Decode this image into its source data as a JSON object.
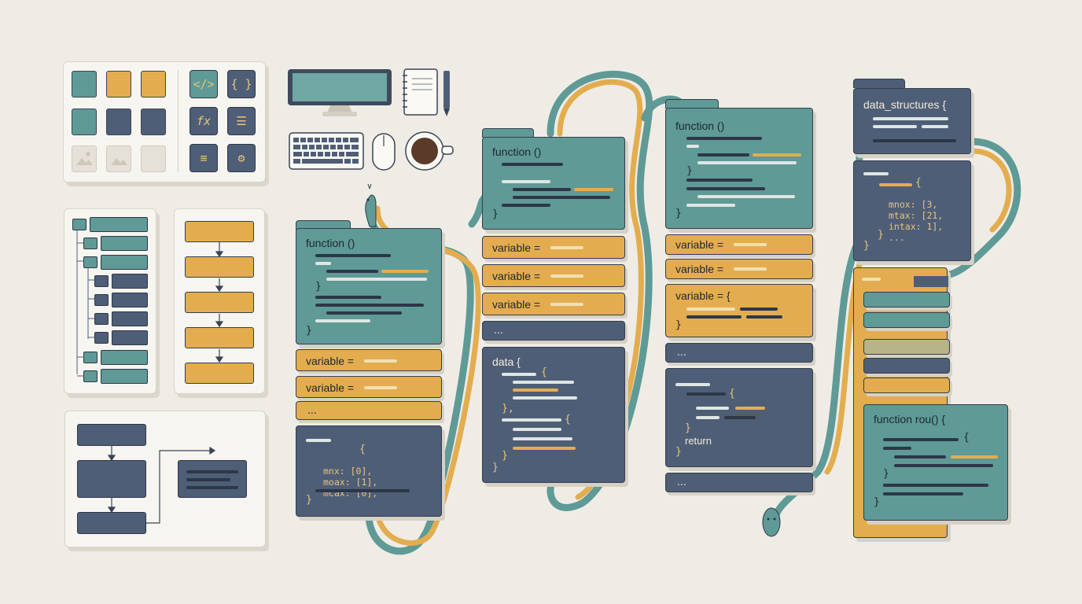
{
  "blocks": {
    "function_label": "function ()",
    "variable_label": "variable =",
    "variable_brace_label": "variable = {",
    "ellipsis": "...",
    "data_label": "data {",
    "data_structures_label": "data_structures {",
    "function_row_label": "function rou() {",
    "return_label": "return",
    "close_brace": "}",
    "open_brace": "{",
    "close_brace_comma": "},"
  },
  "code_snippets": {
    "snippet_a": [
      "mnx: [0],",
      "moax: [1],",
      "mcax: [0],"
    ],
    "snippet_b": [
      "mnox: [3,",
      "mtax: [21,",
      "intax: 1],",
      "..."
    ]
  },
  "icons": [
    "code-icon",
    "braces-icon",
    "function-icon",
    "list-icon",
    "text-lines-icon",
    "gear-icon",
    "monitor-icon",
    "notebook-icon",
    "pen-icon",
    "keyboard-icon",
    "mouse-icon",
    "coffee-cup-icon",
    "snake-icon",
    "folder-icon",
    "image-icon"
  ],
  "colors": {
    "teal": "#5f9a96",
    "slate": "#4f5e77",
    "gold": "#e3ad4f",
    "background": "#efece6"
  }
}
